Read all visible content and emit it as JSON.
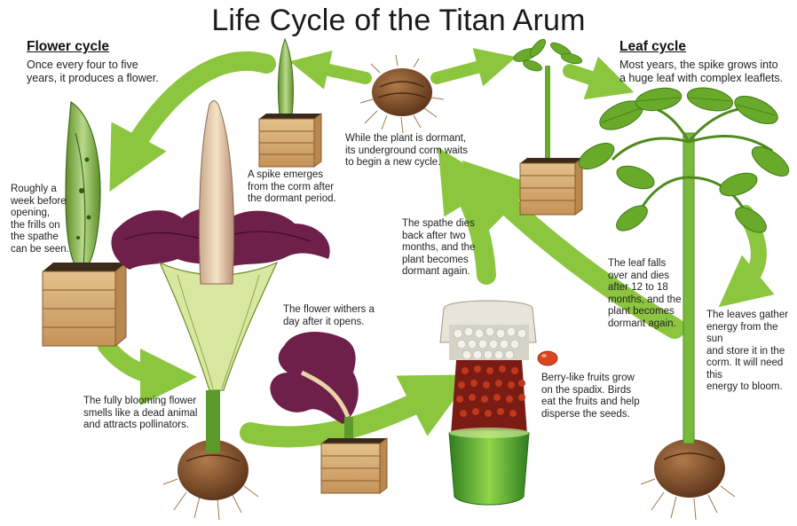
{
  "title": "Life Cycle of the Titan Arum",
  "flower_cycle": {
    "heading": "Flower cycle",
    "intro_1": "Once every four to five",
    "intro_2": "years, it produces a flower."
  },
  "leaf_cycle": {
    "heading": "Leaf cycle",
    "intro_1": "Most years, the spike grows into",
    "intro_2": "a huge leaf with complex leaflets."
  },
  "captions": {
    "week_before": [
      "Roughly a",
      "week before",
      "opening,",
      "the frills on",
      "the spathe",
      "can be seen."
    ],
    "spike_emerges": [
      "A spike emerges",
      "from the corm after",
      "the dormant period."
    ],
    "dormant": [
      "While the plant is dormant,",
      "its underground corm waits",
      "to begin a new cycle."
    ],
    "spathe_dies": [
      "The spathe dies",
      "back after two",
      "months, and the",
      "plant becomes",
      "dormant again."
    ],
    "leaf_falls": [
      "The leaf falls",
      "over and dies",
      "after 12 to 18",
      "months, and the",
      "plant becomes",
      "dormant again."
    ],
    "withers": [
      "The flower withers a",
      "day after it opens."
    ],
    "blooming": [
      "The fully blooming flower",
      "smells like a dead animal",
      "and attracts pollinators."
    ],
    "berries": [
      "Berry-like fruits grow",
      "on the spadix. Birds",
      "eat the fruits and help",
      "disperse the seeds."
    ],
    "leaves_gather": [
      "The leaves gather",
      "energy from the sun",
      "and store it in the",
      "corm. It will need this",
      "energy to bloom."
    ]
  },
  "colors": {
    "arrow": "#8cc63f",
    "wood": "#d9b27a",
    "wood_dark": "#9b6b3a",
    "spathe_purple": "#6e1f4a",
    "leaf_green": "#5a9a2a",
    "corm_brown": "#7a4a2a"
  }
}
